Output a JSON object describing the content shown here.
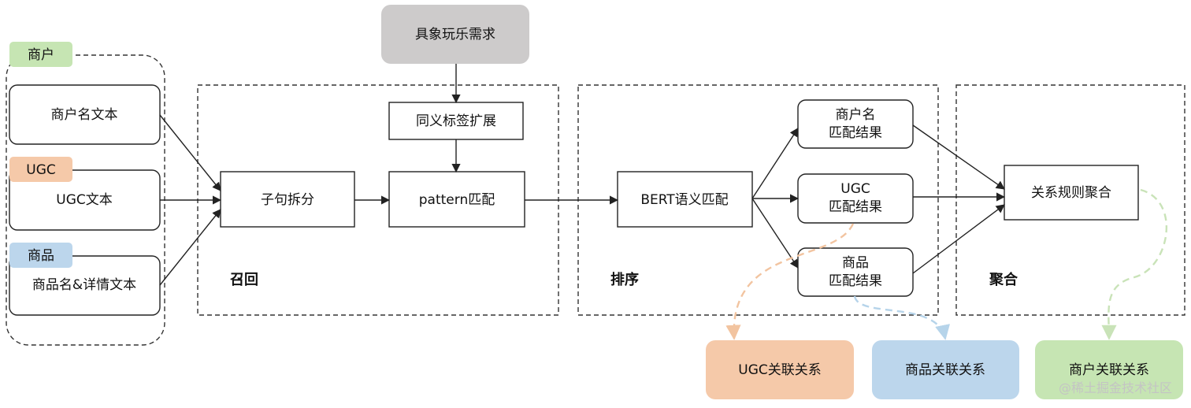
{
  "colors": {
    "merchant_fill": "#c6e5b3",
    "ugc_fill": "#f5c9a9",
    "product_fill": "#bcd6ec",
    "top_fill": "#cdcbcb",
    "line": "#222222",
    "dashed_frame": "#333333",
    "link_ugc": "#f2c4a0",
    "link_product": "#b6d4ea",
    "link_merchant": "#c9e3b8"
  },
  "sources": {
    "merchant_tag": "商户",
    "merchant_text": "商户名文本",
    "ugc_tag": "UGC",
    "ugc_text": "UGC文本",
    "product_tag": "商品",
    "product_text": "商品名&详情文本"
  },
  "recall": {
    "section_label": "召回",
    "clause_split": "子句拆分",
    "pattern_match": "pattern匹配",
    "synonym_expand": "同义标签扩展",
    "concrete_need": "具象玩乐需求"
  },
  "ranking": {
    "section_label": "排序",
    "bert_match": "BERT语义匹配",
    "merchant_result_line1": "商户名",
    "merchant_result_line2": "匹配结果",
    "ugc_result_line1": "UGC",
    "ugc_result_line2": "匹配结果",
    "product_result_line1": "商品",
    "product_result_line2": "匹配结果"
  },
  "aggregation": {
    "section_label": "聚合",
    "rule_aggregate": "关系规则聚合"
  },
  "outputs": {
    "ugc_relation": "UGC关联关系",
    "product_relation": "商品关联关系",
    "merchant_relation": "商户关联关系"
  },
  "watermark": "@稀土掘金技术社区"
}
